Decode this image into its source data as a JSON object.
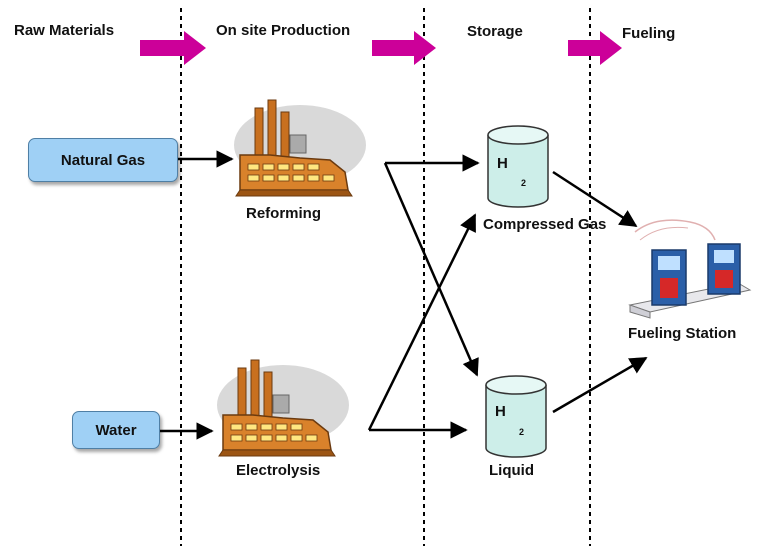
{
  "stages": [
    "Raw Materials",
    "On site Production",
    "Storage",
    "Fueling"
  ],
  "inputs": {
    "natural_gas": "Natural Gas",
    "water": "Water"
  },
  "processes": {
    "reforming": "Reforming",
    "electrolysis": "Electrolysis"
  },
  "storage": {
    "compressed": "Compressed Gas",
    "liquid": "Liquid",
    "h_symbol": "H",
    "h_subscript": "2"
  },
  "station": "Fueling Station",
  "colors": {
    "stage_arrow": "#cc0099",
    "input_box": "#9fd0f5",
    "tank": "#cdeee9",
    "factory": "#c8701f"
  }
}
